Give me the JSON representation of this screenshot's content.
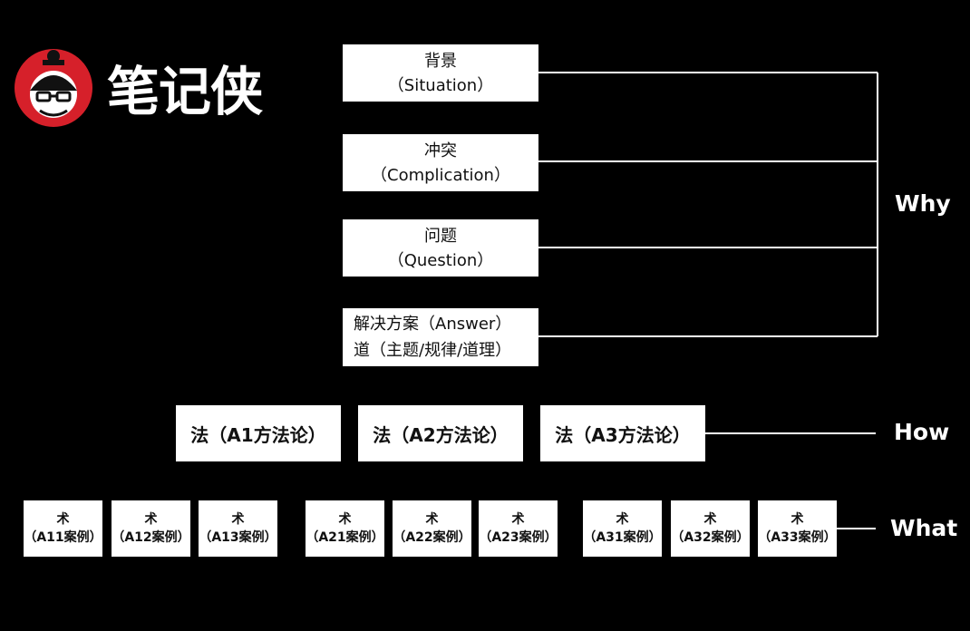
{
  "brand": {
    "name": "笔记侠",
    "accent_color": "#d6202a"
  },
  "why": {
    "label": "Why",
    "boxes": [
      {
        "line1": "背景",
        "line2": "（Situation）"
      },
      {
        "line1": "冲突",
        "line2": "（Complication）"
      },
      {
        "line1": "问题",
        "line2": "（Question）"
      },
      {
        "line1": "解决方案（Answer）",
        "line2": "道（主题/规律/道理）"
      }
    ]
  },
  "how": {
    "label": "How",
    "boxes": [
      "法（A1方法论）",
      "法（A2方法论）",
      "法（A3方法论）"
    ]
  },
  "what": {
    "label": "What",
    "boxes": [
      {
        "line1": "术",
        "line2": "（A11案例）"
      },
      {
        "line1": "术",
        "line2": "（A12案例）"
      },
      {
        "line1": "术",
        "line2": "（A13案例）"
      },
      {
        "line1": "术",
        "line2": "（A21案例）"
      },
      {
        "line1": "术",
        "line2": "（A22案例）"
      },
      {
        "line1": "术",
        "line2": "（A23案例）"
      },
      {
        "line1": "术",
        "line2": "（A31案例）"
      },
      {
        "line1": "术",
        "line2": "（A32案例）"
      },
      {
        "line1": "术",
        "line2": "（A33案例）"
      }
    ]
  }
}
